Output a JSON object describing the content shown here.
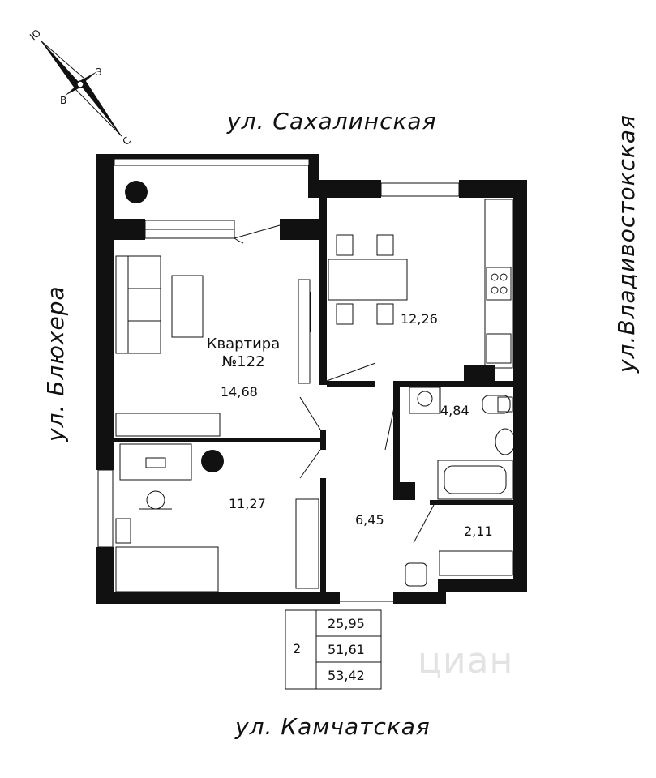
{
  "compass": {
    "north": "С",
    "south": "Ю",
    "east": "В",
    "west": "З"
  },
  "streets": {
    "top": "ул. Сахалинская",
    "bottom": "ул. Камчатская",
    "left": "ул. Блюхера",
    "right": "ул.Владивостокская"
  },
  "apartment": {
    "title": "Квартира",
    "number": "№122"
  },
  "rooms": {
    "living": "14,68",
    "kitchen": "12,26",
    "bedroom": "11,27",
    "bathroom": "4,84",
    "hall": "6,45",
    "wc": "2,11"
  },
  "summary": {
    "rooms_count": "2",
    "living_area": "25,95",
    "total_area": "51,61",
    "total_with_balcony": "53,42"
  },
  "watermark": "циан"
}
